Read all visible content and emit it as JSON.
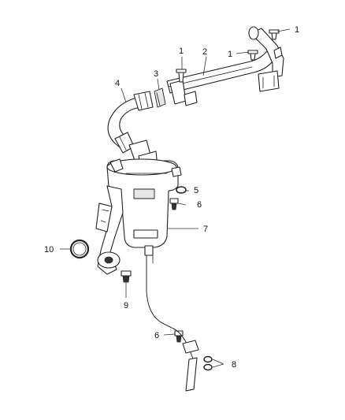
{
  "callouts": {
    "c1a": "1",
    "c1b": "1",
    "c1c": "1",
    "c2": "2",
    "c3": "3",
    "c4": "4",
    "c5": "5",
    "c6a": "6",
    "c6b": "6",
    "c7": "7",
    "c8": "8",
    "c9": "9",
    "c10": "10"
  }
}
